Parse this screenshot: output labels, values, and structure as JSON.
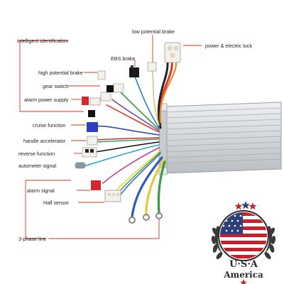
{
  "labels": {
    "intelligent_identification": "intelligent identification",
    "low_potential_brake": "low potential brake",
    "power_electric_lock": "power & electric lock",
    "ebs_brake": "EBS brake",
    "high_potential_brake": "high potential brake",
    "gear_switch": "gear switch",
    "alarm_power_supply": "alarm power supply",
    "cruise_function": "cruise function",
    "handle_accelerator": "handle accelerator",
    "reverse_function": "reverse function",
    "autometer_signal": "autometer signal",
    "alarm_signal": "alarm signal",
    "hall_sensor": "Hall sensor",
    "three_phase_line": "3-phase line"
  },
  "badge": {
    "usa": "U·S·A",
    "america": "America"
  },
  "colors": {
    "leader_line": "#e0301e",
    "controller_body": "#d9dde0",
    "flag_red": "#c8202a",
    "flag_blue": "#2f3f7a"
  }
}
